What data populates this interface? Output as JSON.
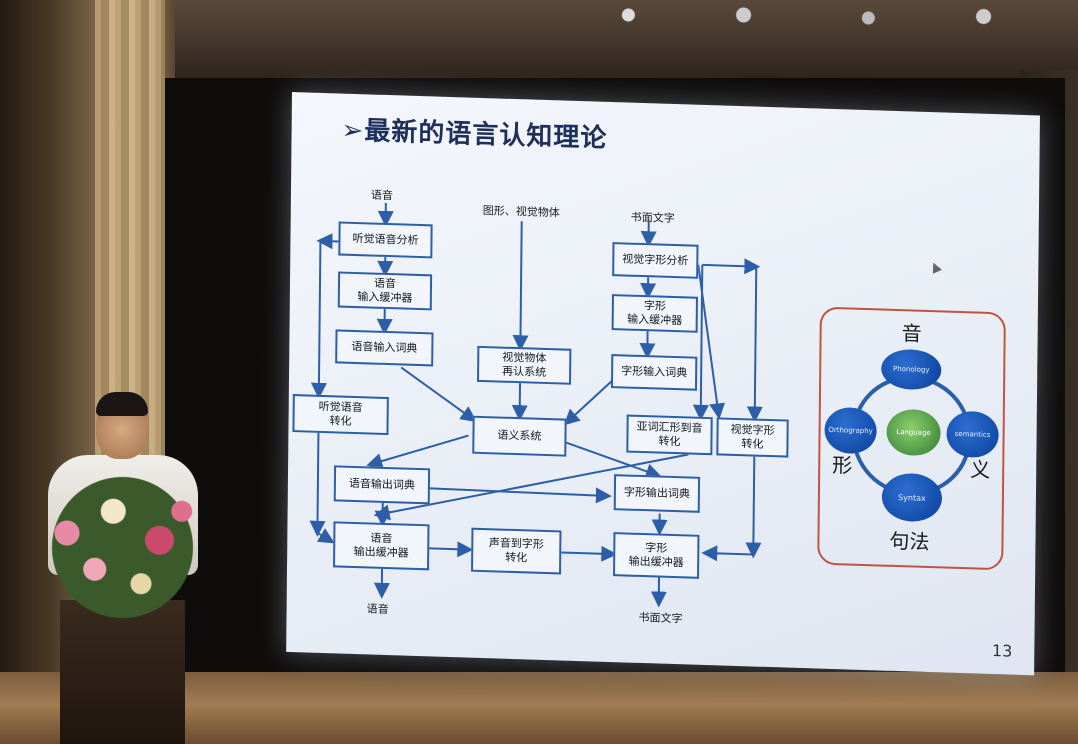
{
  "slide": {
    "title": "➢最新的语言认知理论",
    "page_number": "13"
  },
  "flow": {
    "top_inputs": [
      "语音",
      "图形、视觉物体",
      "书面文字"
    ],
    "boxes": [
      "听觉语音分析",
      "语音\n输入缓冲器",
      "语音输入词典",
      "听觉语音\n转化",
      "语音输出词典",
      "语音\n输出缓冲器",
      "视觉物体\n再认系统",
      "语义系统",
      "声音到字形\n转化",
      "视觉字形分析",
      "字形\n输入缓冲器",
      "字形输入词典",
      "亚词汇形到音\n转化",
      "视觉字形\n转化",
      "字形输出词典",
      "字形\n输出缓冲器"
    ],
    "bottom_outputs": [
      "语音",
      "书面文字"
    ]
  },
  "ring": {
    "chars": [
      "音",
      "形",
      "义",
      "句法"
    ],
    "nodes": [
      "Phonology",
      "Orthography",
      "semantics",
      "Syntax"
    ],
    "center": "Language"
  }
}
